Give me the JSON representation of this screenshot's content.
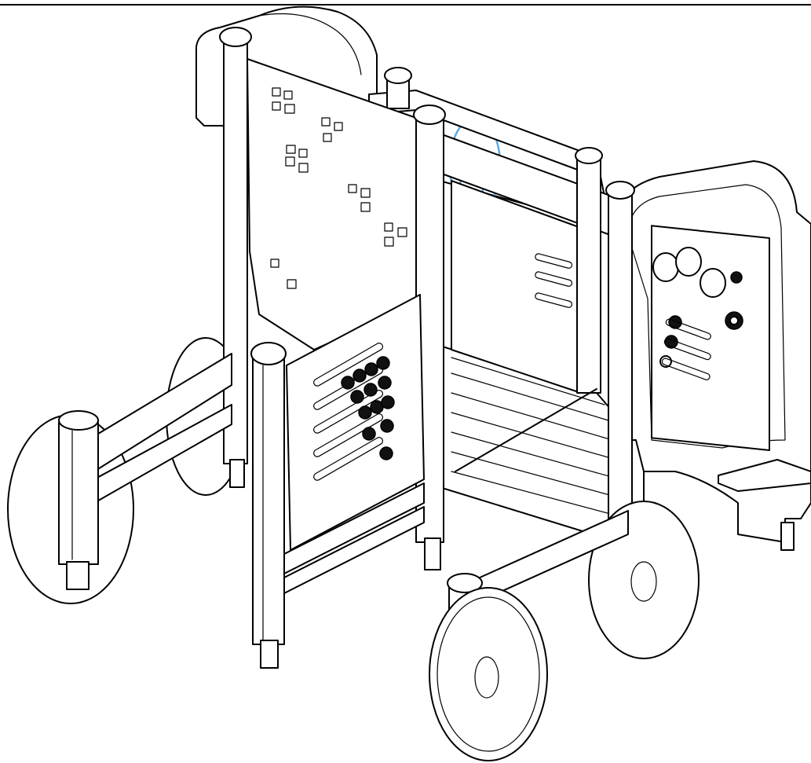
{
  "drawing": {
    "subject": "",
    "accent_color": "#5aa9e6",
    "line_color": "#000000",
    "background_color": "#ffffff"
  },
  "parts": {
    "left_wheel": "wheel",
    "rear_wheel": "wheel",
    "front_wheel_large": "wheel",
    "front_wheel_small": "wheel",
    "abacus_panel": "abacus-panel",
    "shape_panel": "shape-panel",
    "cab_panel": "cab-panel",
    "steering_wheel": "steering-wheel",
    "floor_deck": "floor-deck",
    "step": "step"
  }
}
